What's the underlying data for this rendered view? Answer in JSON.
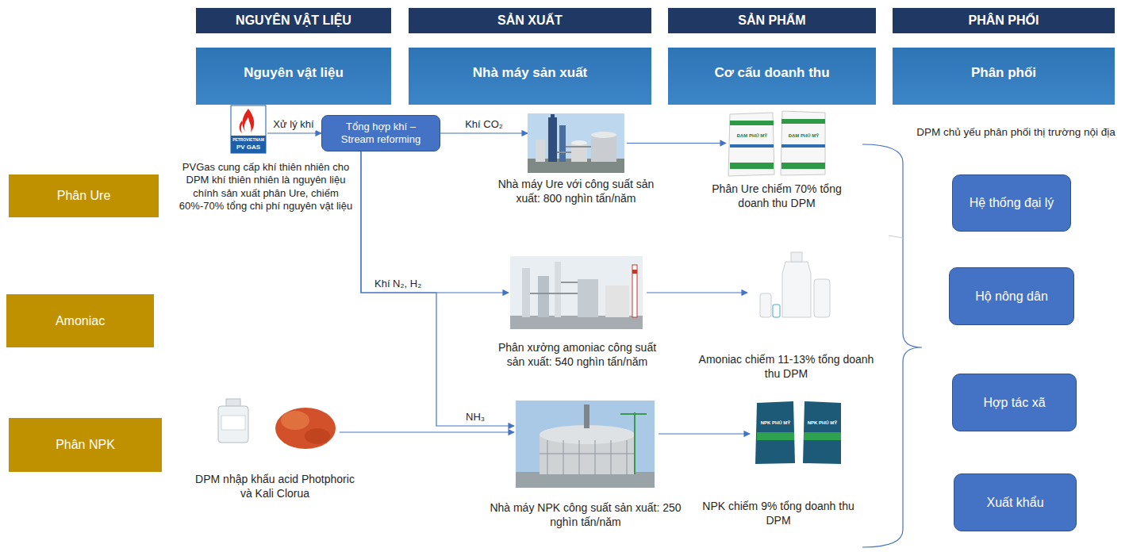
{
  "diagram": {
    "nodes": [
      {
        "text": [
          "NGUYÊN VẬT LIỆU"
        ]
      },
      {
        "text": [
          "SẢN XUẤT"
        ]
      },
      {
        "text": [
          "SẢN PHẨM"
        ]
      },
      {
        "text": [
          "PHÂN PHỐI"
        ]
      },
      {
        "text": [
          "Nguyên vật liệu"
        ]
      },
      {
        "text": [
          "Nhà máy sản xuất"
        ]
      },
      {
        "text": [
          "Cơ cấu doanh thu"
        ]
      },
      {
        "text": [
          "Phân phối"
        ]
      },
      {
        "text": [
          "Phân Ure"
        ]
      },
      {
        "text": [
          "PETROVIETNAM",
          "PV GAS",
          "PVGas cung cấp khí thiên nhiên cho DPM khí thiên nhiên là nguyên liệu chính sản xuất phân Ure, chiếm 60%-70% tổng chi phí nguyên vật liệu"
        ]
      },
      {
        "text": [
          "Tổng hợp khí – Stream reforming"
        ]
      },
      {
        "text": [
          "Nhà máy Ure với công suất sản xuất: 800 nghìn tấn/năm"
        ]
      },
      {
        "text": [
          "Phân Ure chiếm 70% tổng doanh thu DPM"
        ]
      },
      {
        "text": [
          "Hệ thống đại lý"
        ]
      },
      {
        "text": [
          "Amoniac"
        ]
      },
      {
        "text": [
          "Phân xưởng amoniac công suất sản xuất: 540 nghìn tấn/năm"
        ]
      },
      {
        "text": [
          "Amoniac chiếm 11-13% tổng doanh thu DPM"
        ]
      },
      {
        "text": [
          "Hộ nông dân"
        ]
      },
      {
        "text": [
          "Phân NPK"
        ]
      },
      {
        "text": [
          "DPM nhập khẩu acid Photphoric và Kali Clorua"
        ]
      },
      {
        "text": [
          "Nhà máy NPK công suất sản xuất: 250 nghìn tấn/năm"
        ]
      },
      {
        "text": [
          "NPK chiếm 9% tổng doanh thu DPM"
        ]
      },
      {
        "text": [
          "Hợp tác xã"
        ]
      },
      {
        "text": [
          "Xuất khẩu"
        ]
      }
    ],
    "edges": [
      {
        "from": 9,
        "to": 10,
        "arrow": "to",
        "label": "Xử lý khí"
      },
      {
        "from": 10,
        "to": 11,
        "arrow": "to",
        "label": "Khí CO₂"
      },
      {
        "from": 10,
        "to": 15,
        "arrow": "to",
        "label": "Khí N₂, H₂"
      },
      {
        "from": 10,
        "to": 20,
        "arrow": "to",
        "label": "NH₃"
      },
      {
        "from": 11,
        "to": 12,
        "arrow": "to"
      },
      {
        "from": 15,
        "to": 16,
        "arrow": "to"
      },
      {
        "from": 19,
        "to": 20,
        "arrow": "to"
      },
      {
        "from": 20,
        "to": 21,
        "arrow": "to"
      }
    ],
    "labels": [
      "DPM chủ yếu phân phối thị trường nội địa",
      "ĐẠM PHÚ MỸ",
      "ĐẠM PHÚ MỸ",
      "NPK PHÚ MỸ",
      "NPK PHÚ MỸ"
    ]
  }
}
